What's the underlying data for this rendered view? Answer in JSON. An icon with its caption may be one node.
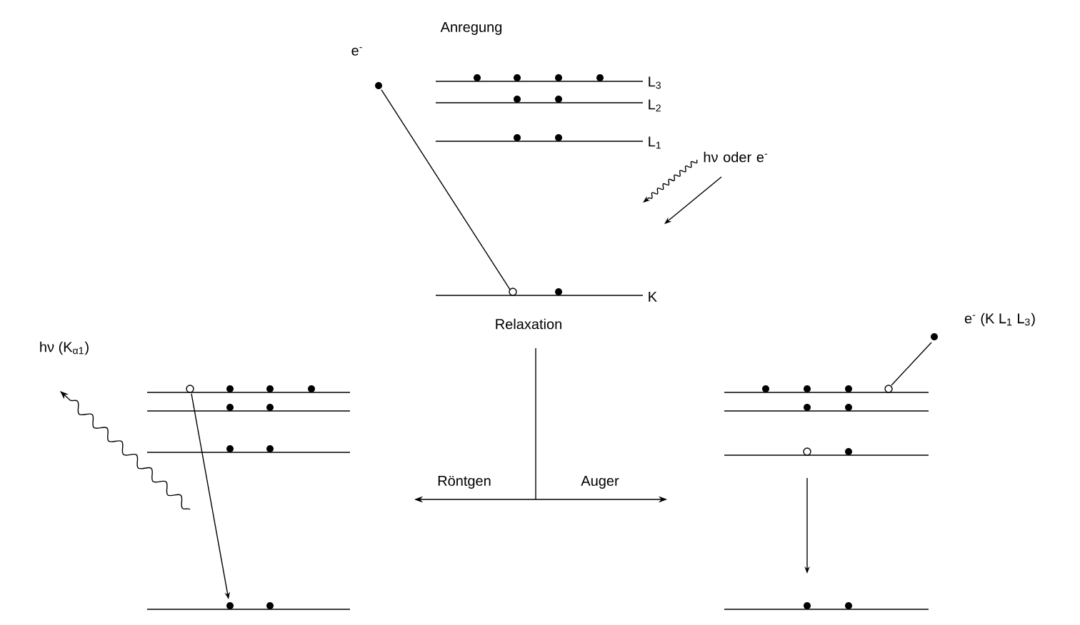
{
  "diagram": {
    "labels": [
      "Anregung",
      "e$^{-}$",
      "L$_{3}$",
      "L$_{2}$",
      "L$_{1}$",
      "hν oder e$^{-}$",
      "K",
      "Relaxation",
      "hν (K$_{α1}$)",
      "e$^{-}$ (K L$_{1}$ L$_{3}$)",
      "Röntgen",
      "Auger"
    ]
  }
}
